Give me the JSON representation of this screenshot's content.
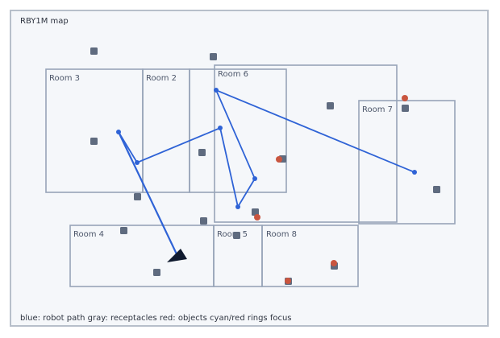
{
  "title": "RBY1M map",
  "legend": "blue: robot path gray: receptacles red: objects cyan/red rings focus",
  "colors": {
    "room_stroke": "#97a4b8",
    "receptacle": "#5f6b7f",
    "object": "#c9553f",
    "path": "#2f63d6",
    "robot": "#0f1a2e"
  },
  "rooms": [
    {
      "label": "Room 3"
    },
    {
      "label": "Room 2"
    },
    {
      "label": "Room 6"
    },
    {
      "label": "Room 7"
    },
    {
      "label": "Room 4"
    },
    {
      "label": "Room 5"
    },
    {
      "label": "Room 8"
    }
  ],
  "icons": {
    "receptacle": "square-marker-icon",
    "object": "dot-marker-icon",
    "robot": "arrow-icon"
  }
}
